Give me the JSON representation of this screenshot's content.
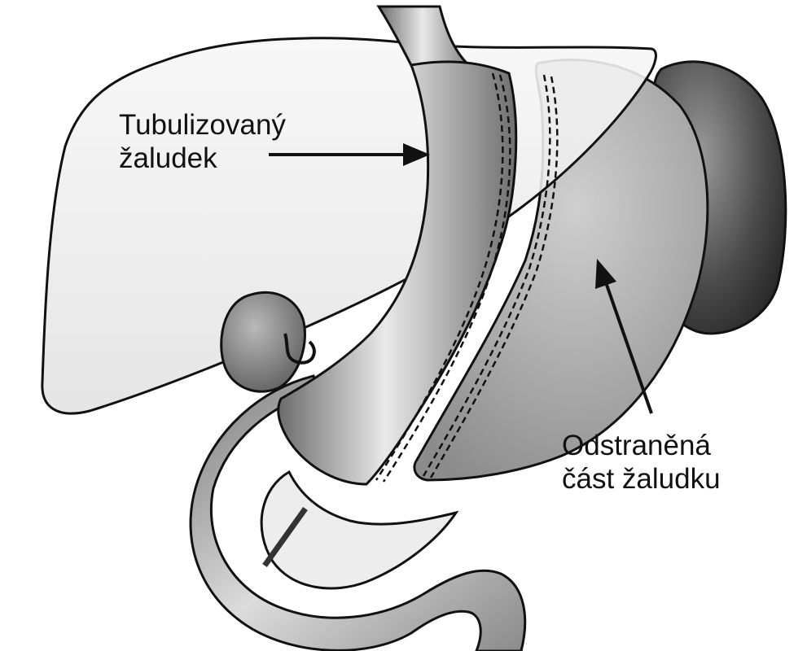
{
  "labels": {
    "sleeve": {
      "line1": "Tubulizovaný",
      "line2": "žaludek"
    },
    "removed": {
      "line1": "Odstraněná",
      "line2": "část žaludku"
    }
  },
  "colors": {
    "outline": "#111111",
    "liver": "#f3f3f3",
    "organ_mid": "#bdbdbd",
    "organ_dark": "#5a5a5a",
    "removed_part": "#a9a9a9",
    "spleen": "#4a4a4a"
  }
}
